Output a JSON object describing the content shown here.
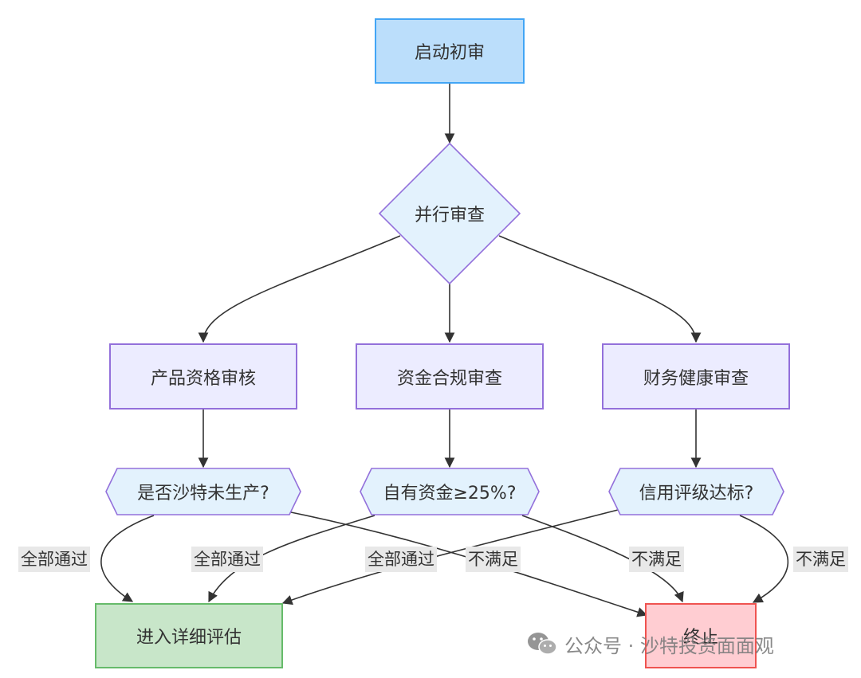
{
  "nodes": {
    "start": "启动初审",
    "parallel": "并行审查",
    "product_review": "产品资格审核",
    "fund_review": "资金合规审查",
    "finance_review": "财务健康审查",
    "q_product": "是否沙特未生产?",
    "q_fund": "自有资金≥25%?",
    "q_credit": "信用评级达标?",
    "detailed": "进入详细评估",
    "terminate": "终止"
  },
  "edge_labels": {
    "product_pass": "全部通过",
    "fund_pass": "全部通过",
    "credit_pass": "全部通过",
    "product_fail": "不满足",
    "fund_fail": "不满足",
    "credit_fail": "不满足"
  },
  "watermark": "公众号 · 沙特投资面面观",
  "colors": {
    "start_fill": "#bbdefb",
    "start_stroke": "#42a5f5",
    "node_fill": "#ececff",
    "node_stroke": "#9370db",
    "decision_fill": "#e3f2fd",
    "pass_fill": "#c8e6c9",
    "pass_stroke": "#66bb6a",
    "fail_fill": "#ffcdd2",
    "fail_stroke": "#ef5350",
    "edge": "#333333"
  }
}
